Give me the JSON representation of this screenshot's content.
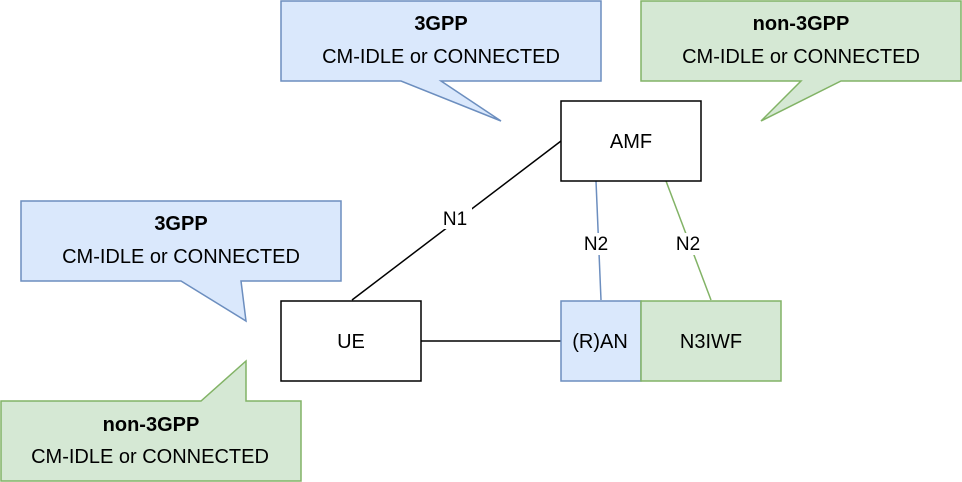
{
  "colors": {
    "blue_fill": "#dae8fc",
    "blue_stroke": "#6c8ebf",
    "green_fill": "#d5e8d4",
    "green_stroke": "#82b366",
    "black": "#000000"
  },
  "nodes": {
    "amf": "AMF",
    "ue": "UE",
    "ran": "(R)AN",
    "n3iwf": "N3IWF"
  },
  "edges": {
    "ue_amf": "N1",
    "ran_amf": "N2",
    "n3iwf_amf": "N2"
  },
  "callouts": {
    "amf_3gpp": {
      "title": "3GPP",
      "state": "CM-IDLE or CONNECTED"
    },
    "amf_non3gpp": {
      "title": "non-3GPP",
      "state": "CM-IDLE or CONNECTED"
    },
    "ue_3gpp": {
      "title": "3GPP",
      "state": "CM-IDLE or CONNECTED"
    },
    "ue_non3gpp": {
      "title": "non-3GPP",
      "state": "CM-IDLE or CONNECTED"
    }
  }
}
